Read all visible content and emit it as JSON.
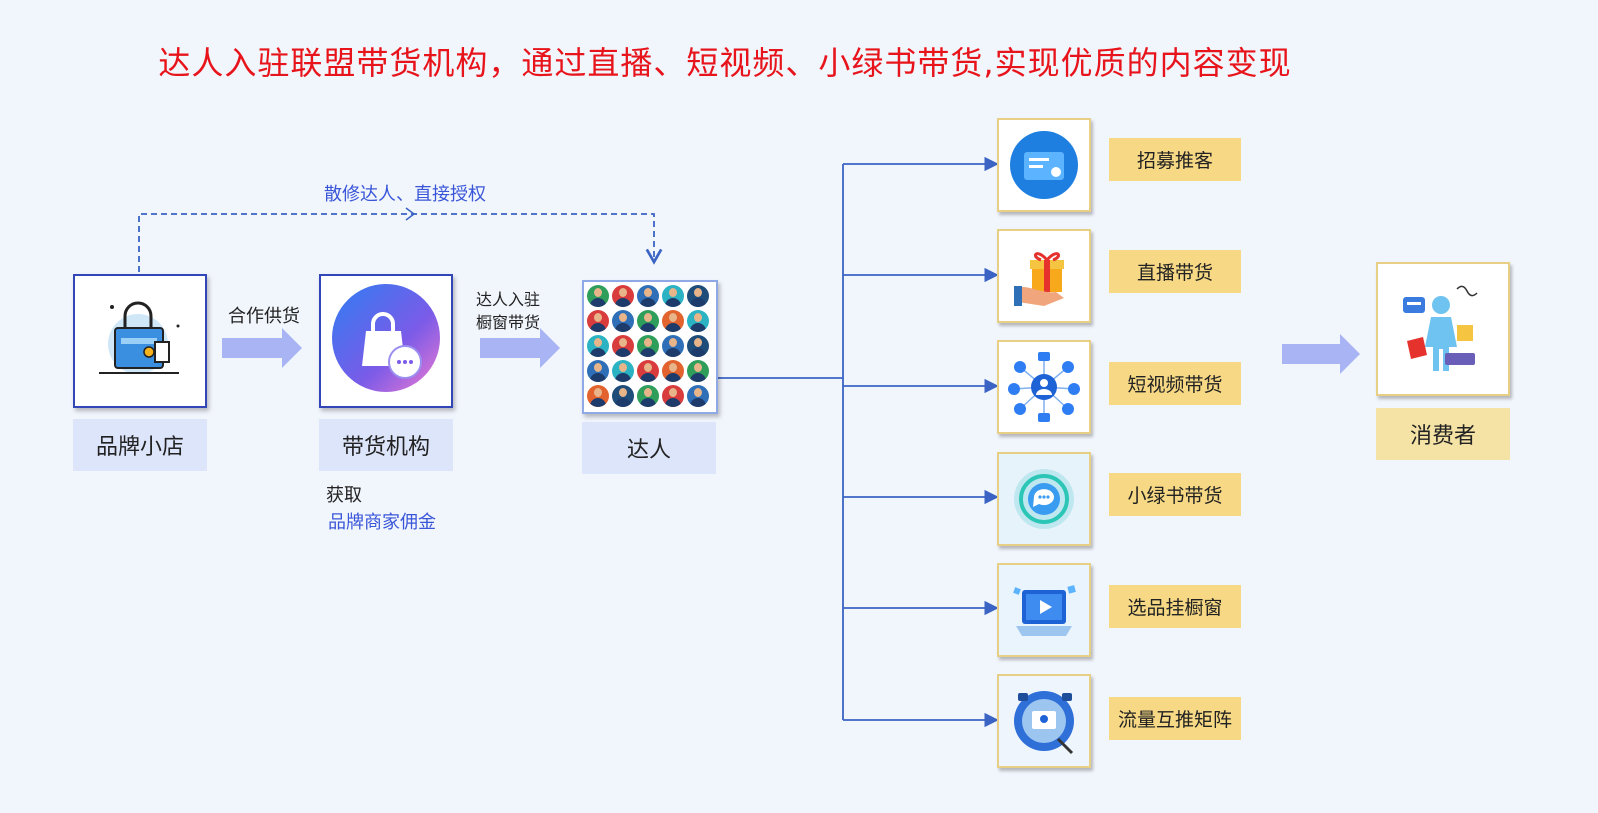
{
  "title": "达人入驻联盟带货机构，通过直播、短视频、小绿书带货,实现优质的内容变现",
  "dashed_label": "散修达人、直接授权",
  "nodes": {
    "brand_store": "品牌小店",
    "agency": "带货机构",
    "influencer": "达人",
    "consumer": "消费者"
  },
  "arrows": {
    "supply": "合作供货",
    "join_line1": "达人入驻",
    "join_line2": "橱窗带货"
  },
  "earn": {
    "line1": "获取",
    "line2": "品牌商家佣金"
  },
  "channels": [
    {
      "label": "招募推客",
      "icon": "card-icon"
    },
    {
      "label": "直播带货",
      "icon": "gift-icon"
    },
    {
      "label": "短视频带货",
      "icon": "network-icon"
    },
    {
      "label": "小绿书带货",
      "icon": "chat-bubble-icon"
    },
    {
      "label": "选品挂橱窗",
      "icon": "video-play-icon"
    },
    {
      "label": "流量互推矩阵",
      "icon": "camera-icon"
    }
  ],
  "colors": {
    "title": "#e8141b",
    "link_blue": "#3a56d8",
    "line_blue": "#3a63c4",
    "arrow_fill": "#a9b4f5",
    "channel_label": "#f7d985",
    "node_label": "#dde5fa"
  }
}
